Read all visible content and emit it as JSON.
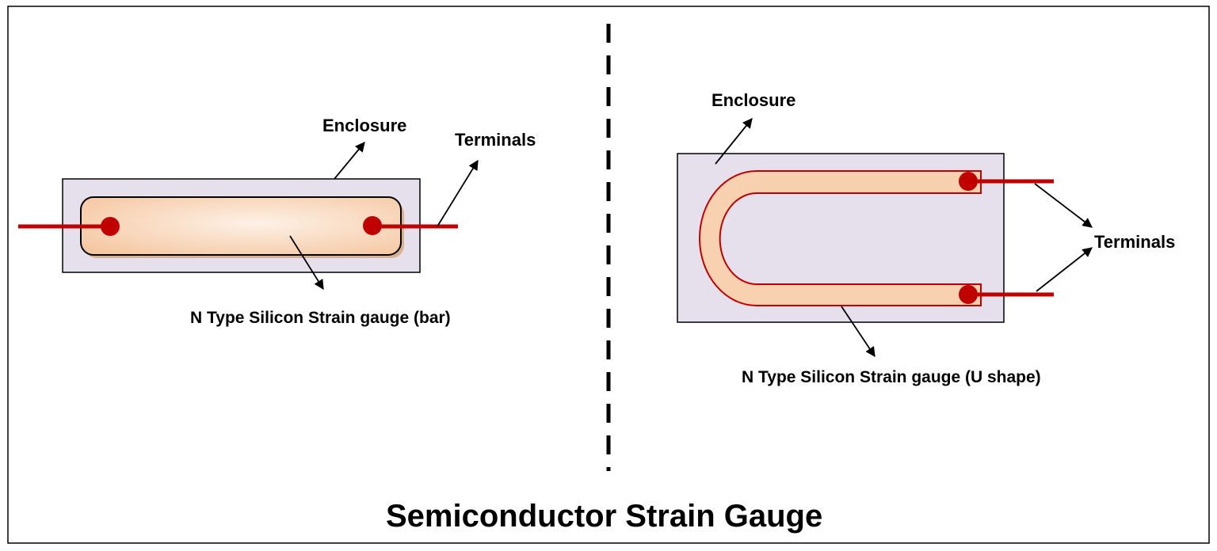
{
  "title": "Semiconductor Strain Gauge",
  "left_panel": {
    "enclosure_label": "Enclosure",
    "terminals_label": "Terminals",
    "gauge_label": "N Type Silicon Strain gauge (bar)"
  },
  "right_panel": {
    "enclosure_label": "Enclosure",
    "terminals_label": "Terminals",
    "gauge_label": "N Type Silicon Strain gauge (U shape)"
  },
  "colors": {
    "enclosure_fill": "#e6e0ed",
    "gauge_fill": "#f8d2b0",
    "wire": "#c00000",
    "outline": "#000000"
  }
}
